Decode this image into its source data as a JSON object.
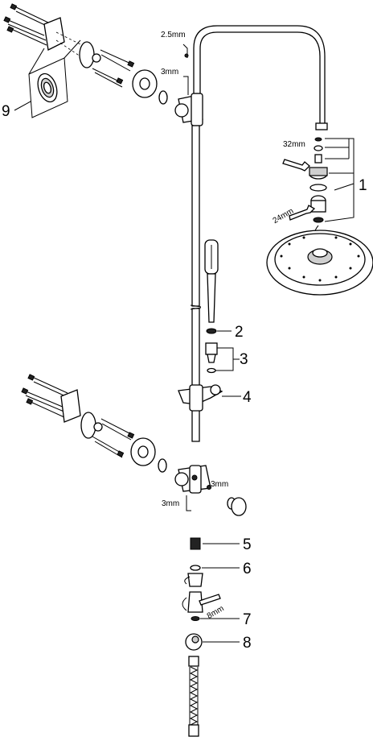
{
  "callouts": {
    "c1": "1",
    "c2": "2",
    "c3": "3",
    "c4": "4",
    "c5": "5",
    "c6": "6",
    "c7": "7",
    "c8": "8",
    "c9": "9"
  },
  "tools": {
    "hex_top": "2.5mm",
    "hex_upper_bracket": "3mm",
    "wrench_large": "32mm",
    "wrench_small": "24mm",
    "hex_lower_right": "3mm",
    "hex_lower_left": "3mm",
    "hex_bottom": "8mm"
  }
}
